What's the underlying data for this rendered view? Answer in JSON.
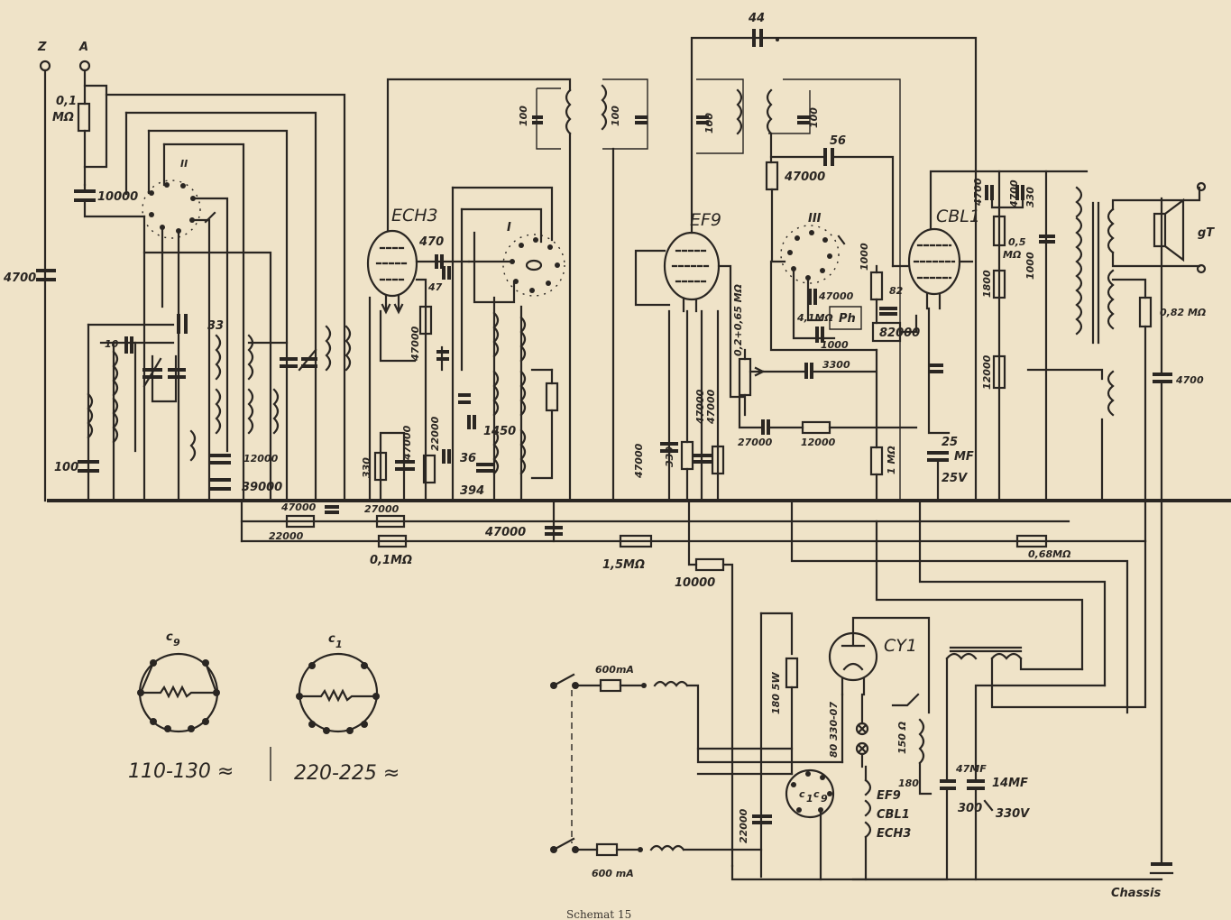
{
  "terminals": {
    "earth": "Z",
    "antenna": "A",
    "chassis": "Chassis"
  },
  "tubes": {
    "mixer": "ECH3",
    "if_amp": "EF9",
    "output": "CBL1",
    "rectifier": "CY1"
  },
  "coil_sets": {
    "input": "I",
    "oscillator": "II",
    "if": "III"
  },
  "components": {
    "r_antenna": "0,1",
    "r_antenna_unit": "MΩ",
    "c_10000": "10000",
    "c_4700_left": "4700",
    "c_100_left": "100",
    "c_33": "33",
    "c_10": "10",
    "c_39000": "39000",
    "r_12000_a": "12000",
    "c_470": "470",
    "c_47": "47",
    "r_47000_a": "47000",
    "r_330_a": "330",
    "c_47000_a": "47000",
    "r_22000_a": "22000",
    "c_1450": "1450",
    "c_36": "36",
    "c_394": "394",
    "r_47000_b": "47000",
    "r_22000_b": "22000",
    "r_27000": "27000",
    "r_0_1": "0,1MΩ",
    "c_47000_bus": "47000",
    "c_47000_b": "47000",
    "r_330_b": "330",
    "r_47000_c": "47000",
    "r_47000_d": "47000",
    "r_1_5": "1,5MΩ",
    "r_10000": "10000",
    "c_44": "44",
    "c_100_a": "100",
    "c_100_b": "100",
    "c_100_c": "100",
    "c_100_d": "100",
    "c_56": "56",
    "r_47000_e": "47000",
    "pot": "0,2+0,65 MΩ",
    "c_3300": "3300",
    "c_27000": "27000",
    "r_12000_b": "12000",
    "r_4_1": "4,1MΩ",
    "c_47000_c": "47000",
    "ph": "Ph",
    "c_1000_a": "1000",
    "r_1000_b": "1000",
    "c_82": "82",
    "r_82000": "82000",
    "r_1mohm": "1 MΩ",
    "c_25mf": "25",
    "c_25mf_unit": "MF",
    "c_25v": "25V",
    "c_4700_top": "4700",
    "c_4700_top2": "4700",
    "c_330": "330",
    "r_0_5": "0,5",
    "r_0_5_unit": "MΩ",
    "r_1800": "1800",
    "r_12000_c": "12000",
    "r_1000_c": "1000",
    "r_0_82": "0,82 MΩ",
    "c_4700_right": "4700",
    "r_0_68": "0,68MΩ",
    "spk": "gT",
    "fuse_top": "600mA",
    "fuse_bottom": "600 mA",
    "r_180_5w": "180 5W",
    "r_ballast": "80 330-07",
    "r_150": "150 Ω",
    "r_180": "180",
    "c_47mf": "47MF",
    "c_14mf": "14MF",
    "c_300": "300",
    "c_330v": "330V",
    "c_22000": "22000",
    "fil_ef9": "EF9",
    "fil_cbl1": "CBL1",
    "fil_ech3": "ECH3",
    "sel_c1": "c",
    "sel_c1_sub": "1",
    "sel_c9": "c",
    "sel_c9_sub": "9"
  },
  "voltage_selector": {
    "left": {
      "label": "c",
      "sub": "9",
      "range": "110-130 ≈"
    },
    "right": {
      "label": "c",
      "sub": "1",
      "range": "220-225 ≈"
    }
  },
  "caption": "Schemat 15"
}
